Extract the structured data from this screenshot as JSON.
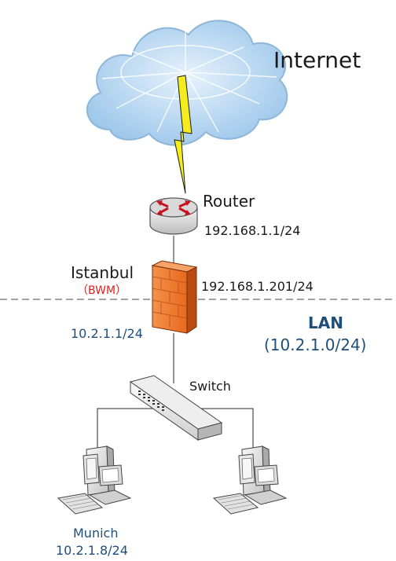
{
  "labels": {
    "internet": "Internet",
    "router": "Router",
    "router_ip": "192.168.1.1/24",
    "firewall_name": "Istanbul",
    "firewall_tag": "（BWM）",
    "firewall_wan_ip": "192.168.1.201/24",
    "firewall_lan_ip": "10.2.1.1/24",
    "lan_title": "LAN",
    "lan_subnet": "(10.2.1.0/24)",
    "switch": "Switch",
    "pc_name": "Munich",
    "pc_ip": "10.2.1.8/24"
  },
  "colors": {
    "text": "#1a1a1a",
    "blue_text": "#1f4e79",
    "red_text": "#e02020",
    "cloud_fill": "#b9d9f2",
    "lightning": "#f2ea1a",
    "firewall": "#f07a2c"
  },
  "icons": [
    "cloud-icon",
    "lightning-icon",
    "router-icon",
    "firewall-icon",
    "switch-icon",
    "computer-icon"
  ]
}
